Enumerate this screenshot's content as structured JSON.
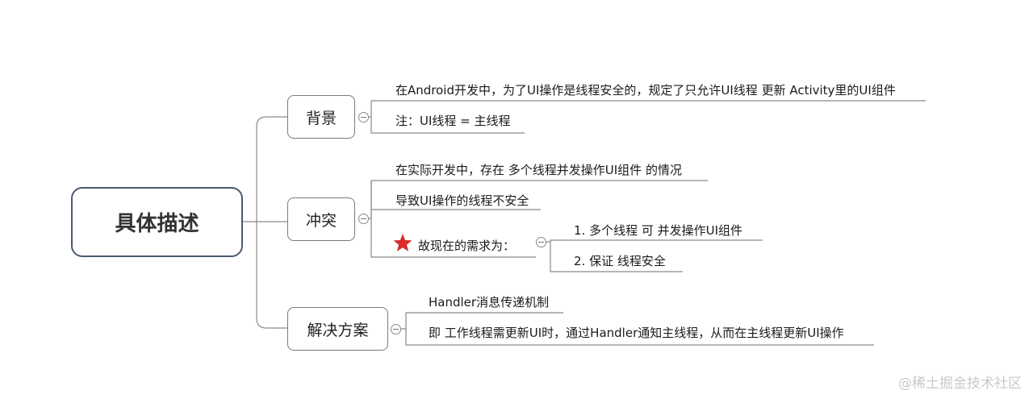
{
  "root": {
    "label": "具体描述"
  },
  "branches": [
    {
      "label": "背景",
      "items": [
        "在Android开发中，为了UI操作是线程安全的，规定了只允许UI线程 更新 Activity里的UI组件",
        "注：UI线程 = 主线程"
      ]
    },
    {
      "label": "冲突",
      "items": [
        "在实际开发中，存在 多个线程并发操作UI组件 的情况",
        "导致UI操作的线程不安全",
        "故现在的需求为："
      ],
      "sub_items": [
        "1. 多个线程 可 并发操作UI组件",
        "2. 保证 线程安全"
      ]
    },
    {
      "label": "解决方案",
      "items": [
        "Handler消息传递机制",
        "即 工作线程需更新UI时，通过Handler通知主线程，从而在主线程更新UI操作"
      ]
    }
  ],
  "watermark": "@稀土掘金技术社区",
  "colors": {
    "star": "#e02b2b",
    "node_border": "#7a7a7a",
    "root_border": "#4c5a70"
  }
}
